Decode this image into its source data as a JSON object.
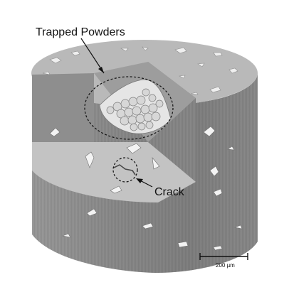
{
  "annotations": {
    "trapped_label": "Trapped Powders",
    "crack_label": "Crack"
  },
  "scale_bar": {
    "label": "200 µm"
  },
  "colors": {
    "background": "#ffffff",
    "top_face": "#b8b8b8",
    "cut_face_left": "#8c8c8c",
    "cut_face_bottom": "#c4c4c4",
    "cylinder_side": "#8f8f8f",
    "pore": "#f2f2f2",
    "annotation_stroke": "#111111"
  }
}
